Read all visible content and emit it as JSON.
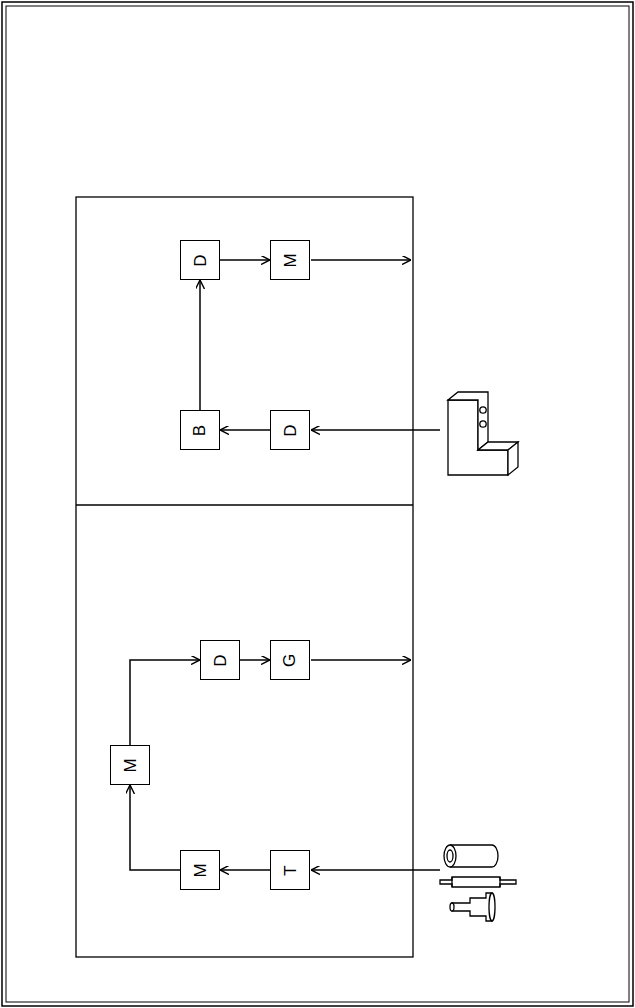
{
  "diagram": {
    "nodes": [
      {
        "text": [
          "T"
        ]
      },
      {
        "text": [
          "M"
        ]
      },
      {
        "text": [
          "M"
        ]
      },
      {
        "text": [
          "D"
        ]
      },
      {
        "text": [
          "G"
        ]
      },
      {
        "text": [
          "D"
        ]
      },
      {
        "text": [
          "B"
        ]
      },
      {
        "text": [
          "D"
        ]
      },
      {
        "text": [
          "M"
        ]
      }
    ],
    "edges": [
      {
        "from": 0,
        "to": 1,
        "arrow": "to"
      },
      {
        "from": 1,
        "to": 2,
        "arrow": "to"
      },
      {
        "from": 2,
        "to": 3,
        "arrow": "to"
      },
      {
        "from": 3,
        "to": 4,
        "arrow": "to"
      },
      {
        "from": 5,
        "to": 6,
        "arrow": "to"
      },
      {
        "from": 6,
        "to": 7,
        "arrow": "to"
      },
      {
        "from": 7,
        "to": 8,
        "arrow": "to"
      }
    ]
  }
}
